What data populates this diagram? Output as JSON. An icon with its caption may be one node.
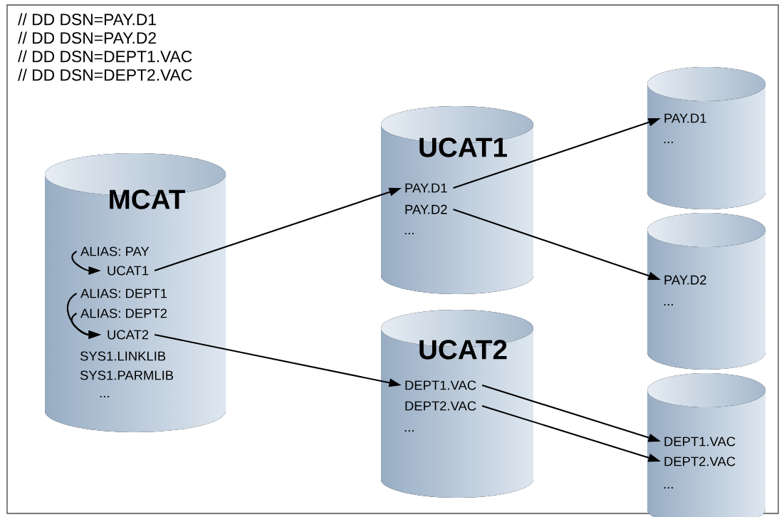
{
  "diagram": {
    "nodes": [
      {
        "text": [
          "MCAT",
          "SYS1.LINKLIB",
          "SYS1.PARMLIB",
          "..."
        ]
      },
      {
        "text": [
          "ALIAS: PAY"
        ],
        "in": 0
      },
      {
        "text": [
          "UCAT1"
        ],
        "in": 0
      },
      {
        "text": [
          "ALIAS: DEPT1"
        ],
        "in": 0
      },
      {
        "text": [
          "ALIAS: DEPT2"
        ],
        "in": 0
      },
      {
        "text": [
          "UCAT2"
        ],
        "in": 0
      },
      {
        "text": [
          "UCAT1",
          "..."
        ]
      },
      {
        "text": [
          "PAY.D1"
        ],
        "in": 6
      },
      {
        "text": [
          "PAY.D2"
        ],
        "in": 6
      },
      {
        "text": [
          "UCAT2",
          "..."
        ]
      },
      {
        "text": [
          "DEPT1.VAC"
        ],
        "in": 9
      },
      {
        "text": [
          "DEPT2.VAC"
        ],
        "in": 9
      },
      {
        "text": [
          "..."
        ]
      },
      {
        "text": [
          "PAY.D1"
        ],
        "in": 12
      },
      {
        "text": [
          "..."
        ]
      },
      {
        "text": [
          "PAY.D2"
        ],
        "in": 14
      },
      {
        "text": [
          "..."
        ]
      },
      {
        "text": [
          "DEPT1.VAC"
        ],
        "in": 16
      },
      {
        "text": [
          "DEPT2.VAC"
        ],
        "in": 16
      }
    ],
    "edges": [
      {
        "from": 1,
        "to": 2,
        "arrow": "to"
      },
      {
        "from": 3,
        "to": 5,
        "arrow": "to"
      },
      {
        "from": 4,
        "to": 5,
        "arrow": "to"
      },
      {
        "from": 2,
        "to": 7,
        "arrow": "to"
      },
      {
        "from": 5,
        "to": 10,
        "arrow": "to"
      },
      {
        "from": 7,
        "to": 13,
        "arrow": "to"
      },
      {
        "from": 8,
        "to": 15,
        "arrow": "to"
      },
      {
        "from": 10,
        "to": 17,
        "arrow": "to"
      },
      {
        "from": 11,
        "to": 18,
        "arrow": "to"
      }
    ],
    "labels": [
      "// DD DSN=PAY.D1",
      "// DD DSN=PAY.D2",
      "// DD DSN=DEPT1.VAC",
      "// DD DSN=DEPT2.VAC"
    ]
  }
}
